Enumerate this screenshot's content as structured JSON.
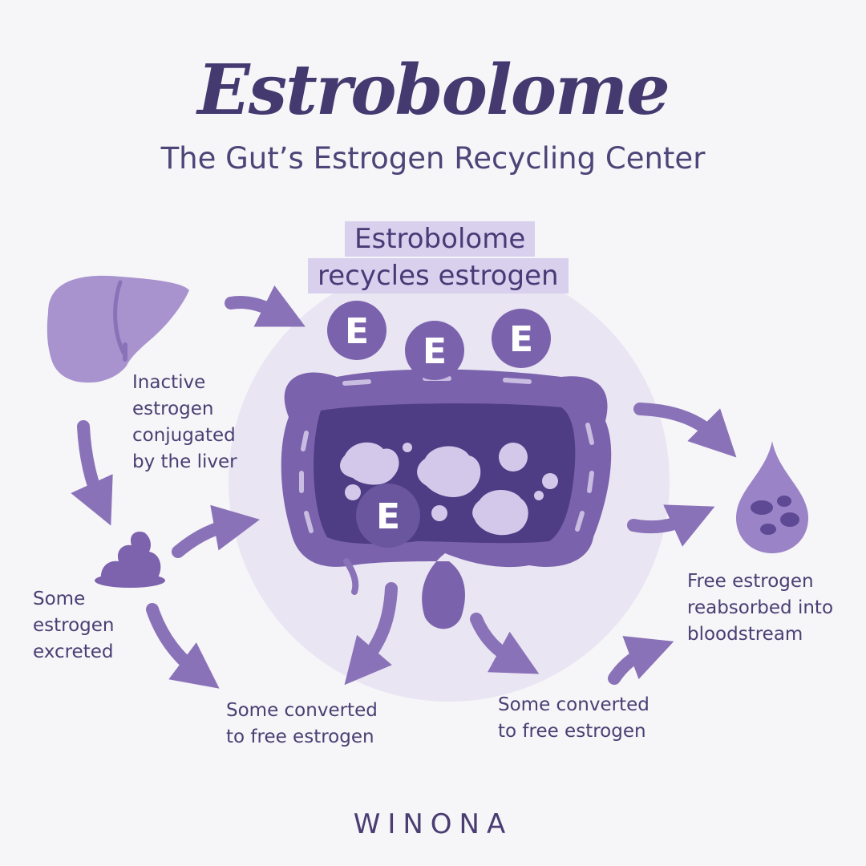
{
  "title": "Estrobolome",
  "subtitle": "The Gut’s Estrogen Recycling Center",
  "badge": {
    "line1": "Estrobolome",
    "line2": "recycles estrogen"
  },
  "estrogen_marker": "E",
  "labels": {
    "liver": [
      "Inactive",
      "estrogen",
      "conjugated",
      "by the liver"
    ],
    "excreted": [
      "Some",
      "estrogen",
      "excreted"
    ],
    "converted_left": [
      "Some converted",
      "to free estrogen"
    ],
    "converted_right": [
      "Some converted",
      "to free estrogen"
    ],
    "reabsorbed": [
      "Free estrogen",
      "reabsorbed into",
      "bloodstream"
    ]
  },
  "brand": "WINONA",
  "icons": [
    "liver-icon",
    "stool-icon",
    "intestine-icon",
    "blood-drop-icon",
    "arrow-icon",
    "estrogen-marker-icon"
  ],
  "colors": {
    "background": "#f6f5f8",
    "halo": "#e9e5f2",
    "primary": "#8a72b8",
    "dark": "#6a559f",
    "light": "#c8bce0",
    "text": "#4a3f73",
    "badge": "#d9d0ee"
  }
}
